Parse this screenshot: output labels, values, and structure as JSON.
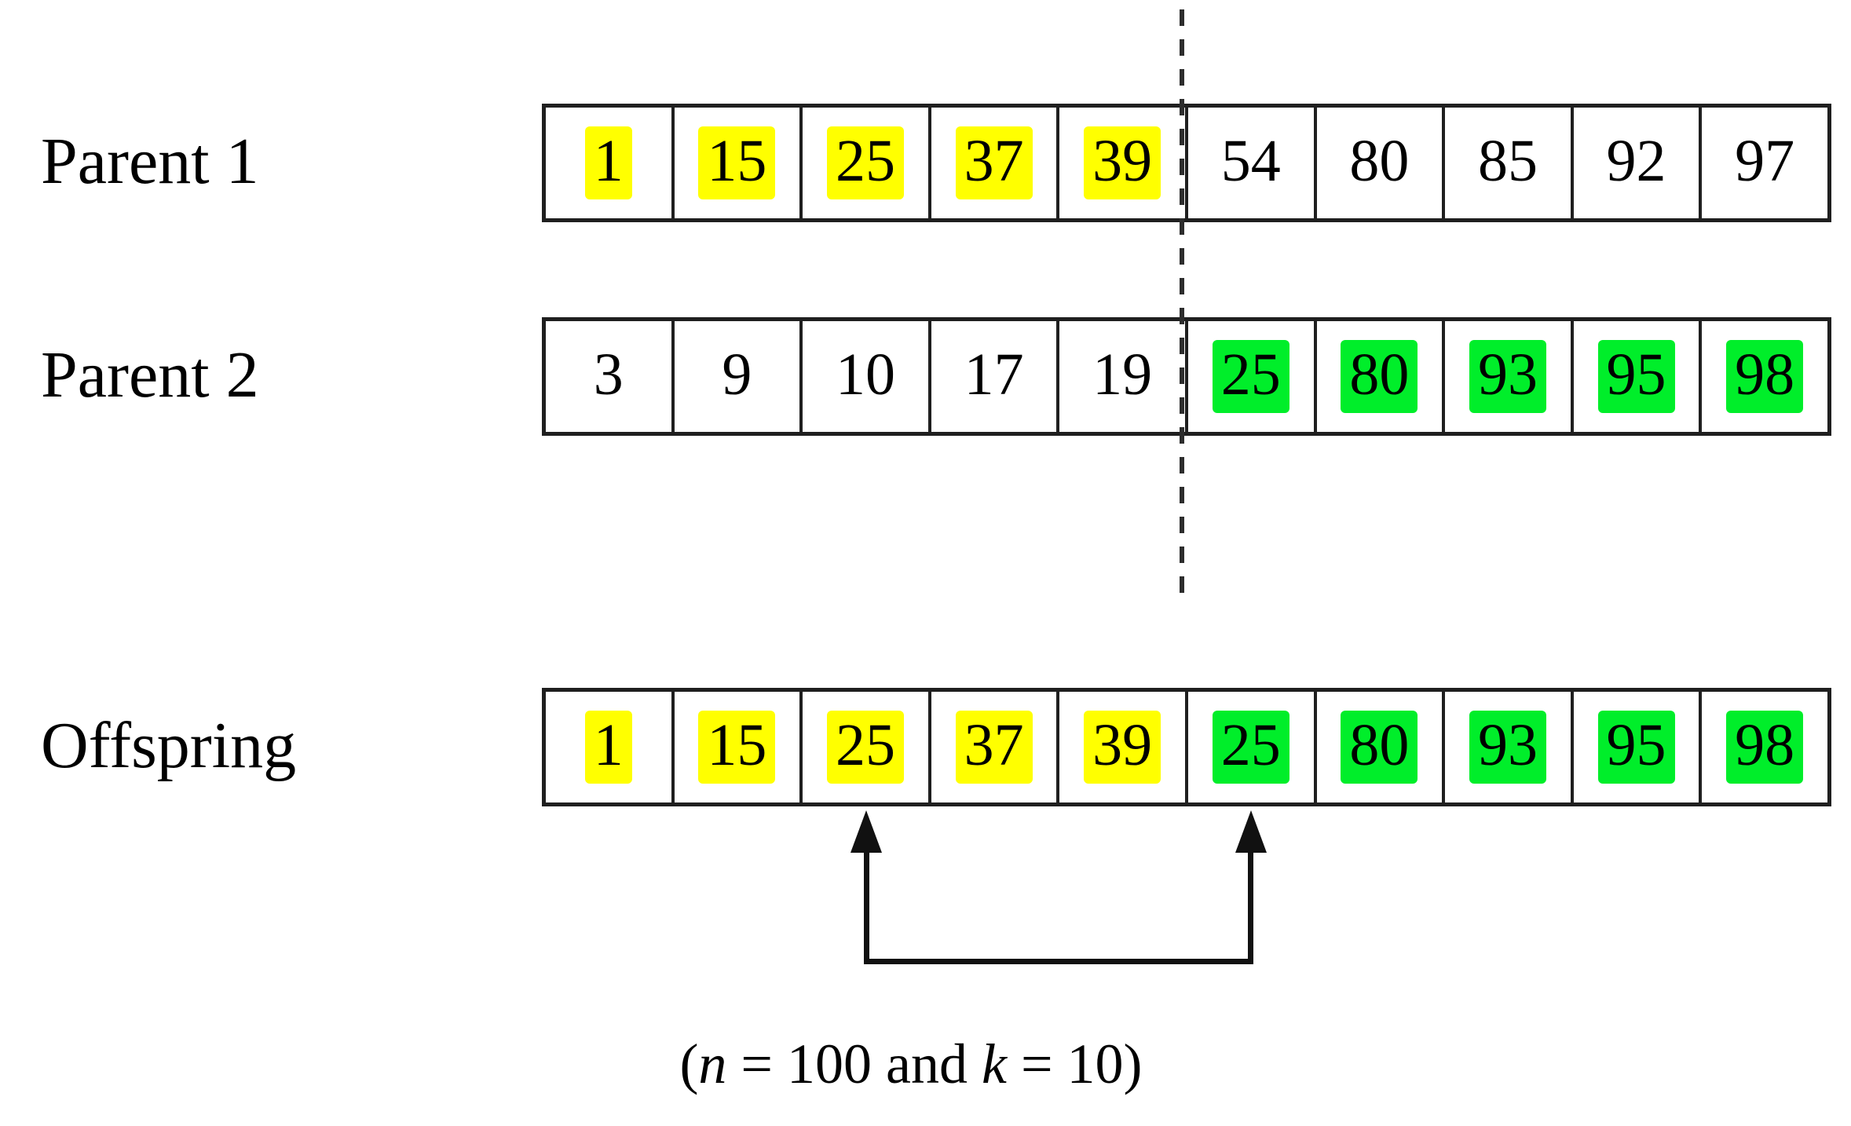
{
  "diagram": {
    "rows": [
      {
        "label": "Parent 1",
        "cells": [
          {
            "value": "1",
            "highlight": "yellow"
          },
          {
            "value": "15",
            "highlight": "yellow"
          },
          {
            "value": "25",
            "highlight": "yellow"
          },
          {
            "value": "37",
            "highlight": "yellow"
          },
          {
            "value": "39",
            "highlight": "yellow"
          },
          {
            "value": "54",
            "highlight": "none"
          },
          {
            "value": "80",
            "highlight": "none"
          },
          {
            "value": "85",
            "highlight": "none"
          },
          {
            "value": "92",
            "highlight": "none"
          },
          {
            "value": "97",
            "highlight": "none"
          }
        ]
      },
      {
        "label": "Parent 2",
        "cells": [
          {
            "value": "3",
            "highlight": "none"
          },
          {
            "value": "9",
            "highlight": "none"
          },
          {
            "value": "10",
            "highlight": "none"
          },
          {
            "value": "17",
            "highlight": "none"
          },
          {
            "value": "19",
            "highlight": "none"
          },
          {
            "value": "25",
            "highlight": "green"
          },
          {
            "value": "80",
            "highlight": "green"
          },
          {
            "value": "93",
            "highlight": "green"
          },
          {
            "value": "95",
            "highlight": "green"
          },
          {
            "value": "98",
            "highlight": "green"
          }
        ]
      },
      {
        "label": "Offspring",
        "cells": [
          {
            "value": "1",
            "highlight": "yellow"
          },
          {
            "value": "15",
            "highlight": "yellow"
          },
          {
            "value": "25",
            "highlight": "yellow"
          },
          {
            "value": "37",
            "highlight": "yellow"
          },
          {
            "value": "39",
            "highlight": "yellow"
          },
          {
            "value": "25",
            "highlight": "green"
          },
          {
            "value": "80",
            "highlight": "green"
          },
          {
            "value": "93",
            "highlight": "green"
          },
          {
            "value": "95",
            "highlight": "green"
          },
          {
            "value": "98",
            "highlight": "green"
          }
        ]
      }
    ],
    "duplicate_link": {
      "value": "25",
      "from_cell_index": 2,
      "to_cell_index": 5
    },
    "caption": {
      "parts": [
        {
          "text": "(",
          "italic": false
        },
        {
          "text": "n",
          "italic": true
        },
        {
          "text": " = 100 and ",
          "italic": false
        },
        {
          "text": "k",
          "italic": true
        },
        {
          "text": " = 10)",
          "italic": false
        }
      ]
    }
  },
  "colors": {
    "highlight_yellow": "#ffff00",
    "highlight_green": "#00ee2a",
    "border": "#1f1f1f"
  }
}
